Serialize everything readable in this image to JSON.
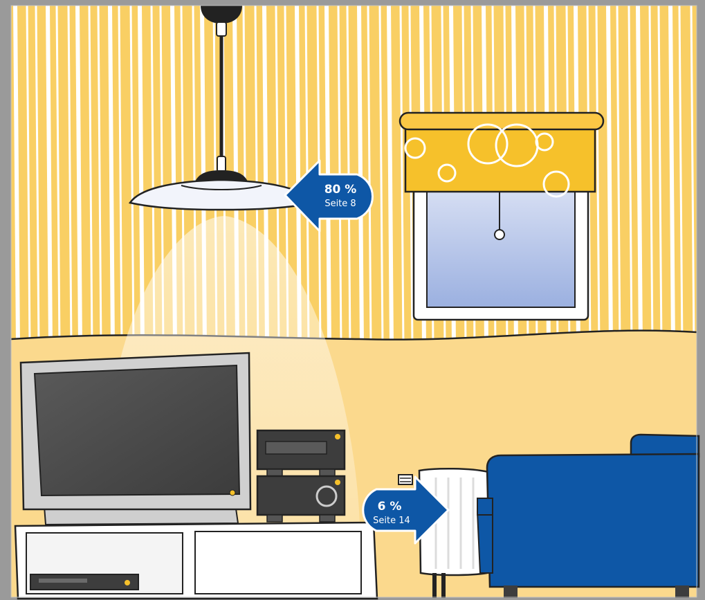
{
  "callouts": {
    "lamp": {
      "value": "80 %",
      "page": "Seite 8"
    },
    "radiator": {
      "value": "6 %",
      "page": "Seite 14"
    }
  },
  "colors": {
    "frame": "#9a9a9a",
    "wall": "#f9cf64",
    "wall_stripes": "#ffffff",
    "floor": "#fbd98d",
    "blind": "#f6c12b",
    "window_glass": "#b6c3e6",
    "arrow_blue": "#0e57a6",
    "sofa_blue": "#0e57a6",
    "device_dark": "#3d3d3d"
  },
  "icons": [
    "ceiling-lamp-icon",
    "window-icon",
    "roller-blind-icon",
    "tv-icon",
    "stereo-icon",
    "radiator-icon",
    "sofa-icon",
    "tv-cabinet-icon",
    "dvd-player-icon"
  ]
}
